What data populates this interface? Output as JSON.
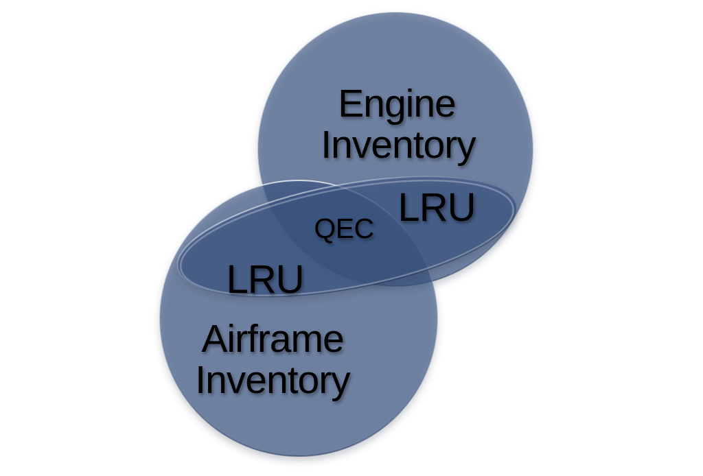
{
  "diagram": {
    "type": "venn",
    "labels": {
      "engine_line1": "Engine",
      "engine_line2": "Inventory",
      "airframe_line1": "Airframe",
      "airframe_line2": "Inventory",
      "lru_left": "LRU",
      "lru_right": "LRU",
      "qec": "QEC"
    },
    "regions": {
      "set_a": "Engine Inventory",
      "set_b": "Airframe Inventory",
      "band_in_engine": "LRU",
      "band_in_airframe": "LRU",
      "band_in_both": "QEC"
    }
  },
  "colors": {
    "background": "#ffffff",
    "set_fill": "rgba(55,82,129,0.63)",
    "single_layer": "#8294B2",
    "double_layer": "#526F9B",
    "triple_layer": "#3C5F94",
    "edge_dark": "rgba(36,56,90,0.5)",
    "edge_highlight": "rgba(255,255,255,0.85)",
    "text": "#000000"
  }
}
